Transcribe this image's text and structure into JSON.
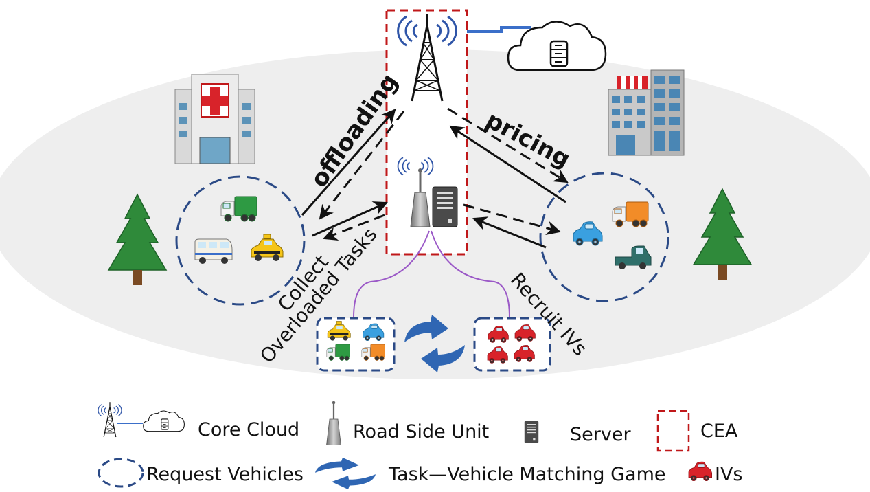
{
  "diagram": {
    "labels": {
      "offloading": "offloading",
      "pricing": "pricing",
      "collect": "Collect",
      "overloaded_tasks": "Overloaded Tasks",
      "recruit_ivs": "Recruit IVs"
    },
    "icons": {
      "hospital": "hospital-icon",
      "office": "office-building-icon",
      "tree": "pine-tree-icon",
      "cell_tower": "cell-tower-icon",
      "cloud_server": "cloud-server-icon",
      "rsu": "road-side-unit-icon",
      "server": "server-icon",
      "truck": "truck-icon",
      "van": "van-icon",
      "taxi": "taxi-icon",
      "car_blue": "blue-car-icon",
      "car_red": "red-car-icon",
      "pickup": "pickup-truck-icon",
      "matching": "circular-arrows-icon"
    },
    "colors": {
      "cea_border": "#c0181a",
      "vehicle_group_border": "#2b4a86",
      "matching_arrows": "#2f66b3",
      "cloud_link": "#3b6fc9",
      "ellipse_fill": "#eeeeee",
      "link_purple": "#9b59c7"
    }
  },
  "legend": {
    "core_cloud": "Core Cloud",
    "road_side_unit": "Road Side Unit",
    "server": "Server",
    "cea": "CEA",
    "request_vehicles": "Request Vehicles",
    "matching_game": "Task—Vehicle Matching Game",
    "ivs": "IVs"
  }
}
